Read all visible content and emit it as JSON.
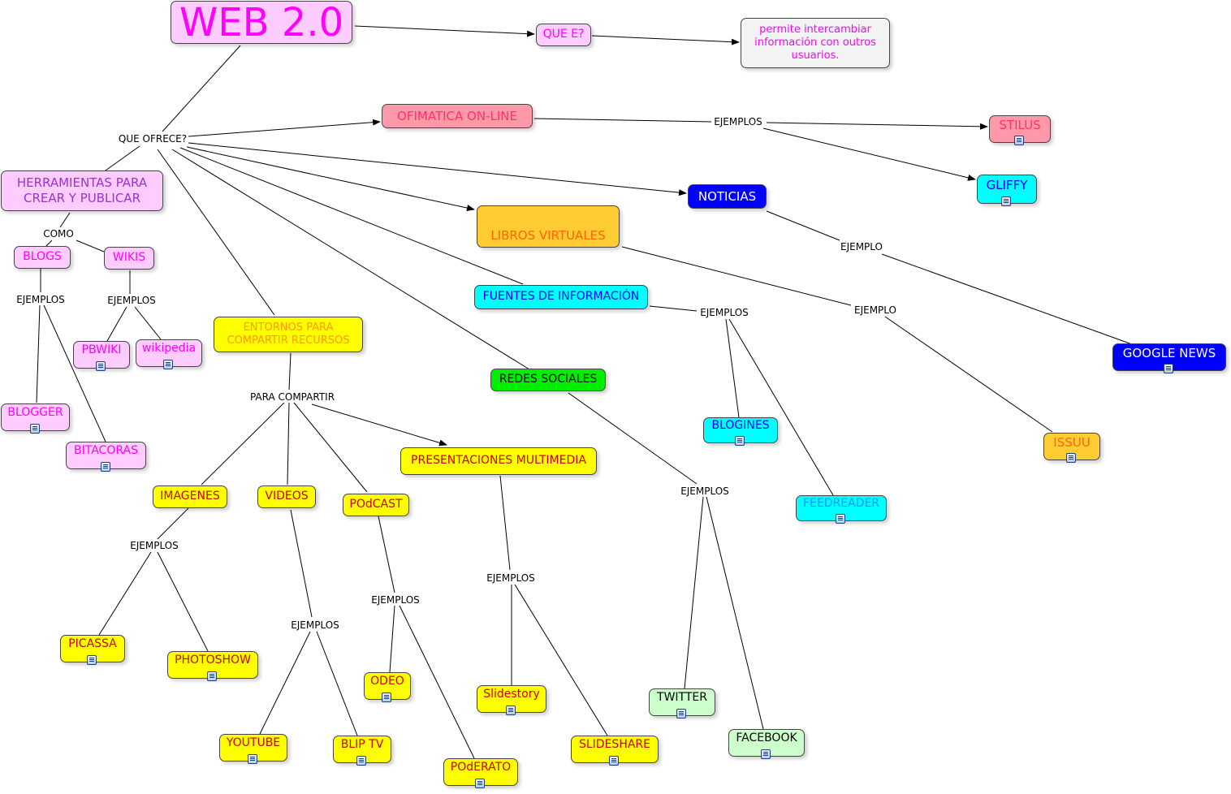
{
  "nodes": {
    "web20": "WEB 2.0",
    "quee": "QUE E?",
    "permite": "permite intercambiar información con outros usuarios.",
    "ofimatica": "OFIMATICA ON-LINE",
    "stilus": "STILUS",
    "gliffy": "GLIFFY",
    "noticias": "NOTICIAS",
    "libros": "LIBROS VIRTUALES",
    "herramientas": "HERRAMIENTAS PARA CREAR Y PUBLICAR",
    "blogs": "BLOGS",
    "wikis": "WIKIS",
    "pbwiki": "PBWIKI",
    "wikipedia": "wikipedia",
    "blogger": "BLOGGER",
    "bitacoras": "BITACORAS",
    "entornos": "ENTORNOS PARA COMPARTIR RECURSOS",
    "fuentes": "FUENTES DE INFORMACIÓN",
    "redes": "REDES SOCIALES",
    "googlenews": "GOOGLE NEWS",
    "blogines": "BLOGINES",
    "feedreader": "FEEDREADER",
    "issuu": "ISSUU",
    "imagenes": "IMAGENES",
    "videos": "VIDEOS",
    "podcast": "POdCAST",
    "presentaciones": "PRESENTACIONES MULTIMEDIA",
    "picassa": "PICASSA",
    "photoshow": "PHOTOSHOW",
    "youtube": "YOUTUBE",
    "bliptv": "BLIP TV",
    "odeo": "ODEO",
    "poderato": "POdERATO",
    "slidestory": "Slidestory",
    "slideshare": "SLIDESHARE",
    "twitter": "TWITTER",
    "facebook": "FACEBOOK"
  },
  "linking_phrases": {
    "queofrece": "QUE OFRECE?",
    "ej_ofimatica": "EJEMPLOS",
    "como": "COMO",
    "ej_blogs": "EJEMPLOS",
    "ej_wikis": "EJEMPLOS",
    "ejemplo_noticias": "EJEMPLO",
    "ejemplo_libros": "EJEMPLO",
    "ej_fuentes": "EJEMPLOS",
    "para_compartir": "PARA COMPARTIR",
    "ej_redes": "EJEMPLOS",
    "ej_imagenes": "EJEMPLOS",
    "ej_videos": "EJEMPLOS",
    "ej_podcast": "EJEMPLOS",
    "ej_presentaciones": "EJEMPLOS"
  },
  "colors": {
    "pink_light": "#ffccff",
    "pink_text": "#ff00ff",
    "rose": "#ff99aa",
    "cyan": "#00ffff",
    "blue": "#0000ff",
    "orange": "#ffcc33",
    "yellow": "#ffff00",
    "green": "#00ee00",
    "green_light": "#ccffcc",
    "pale": "#f2f4f4"
  }
}
